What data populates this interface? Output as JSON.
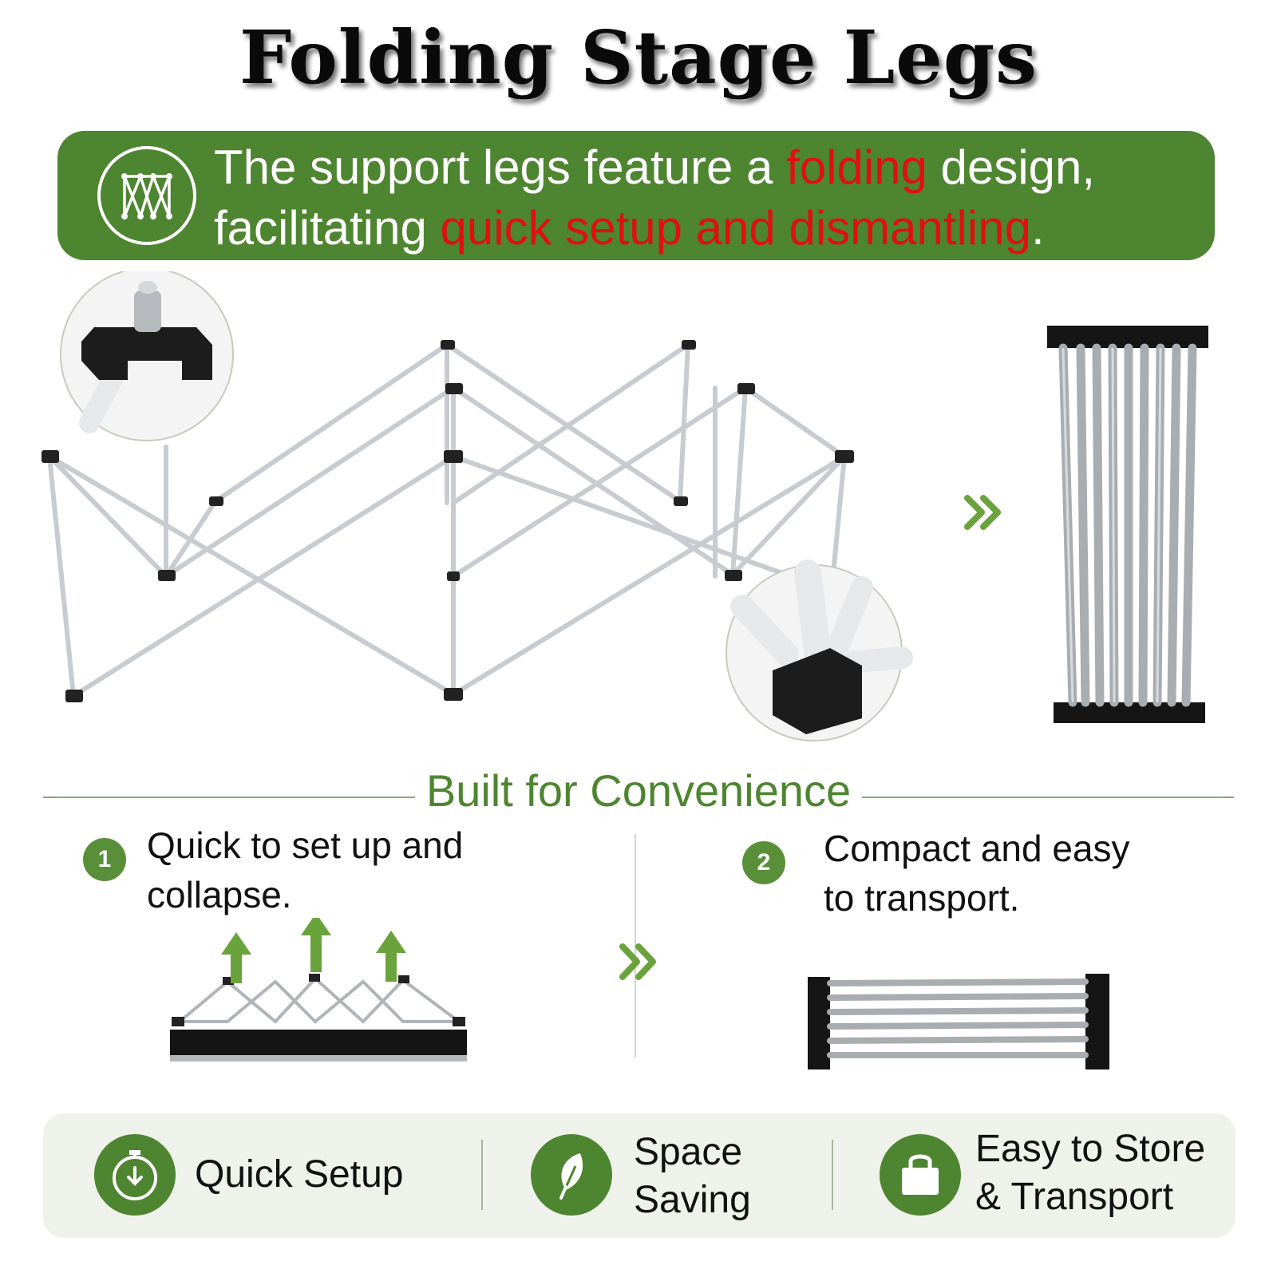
{
  "title": "Folding Stage Legs",
  "banner": {
    "line1_a": "The support legs feature a ",
    "line1_highlight": "folding",
    "line1_b": " design,",
    "line2_a": "facilitating ",
    "line2_highlight": "quick setup and dismantling",
    "line2_b": ".",
    "icon": "folding-frame-icon"
  },
  "section_heading": "Built for Convenience",
  "steps": [
    {
      "number": "1",
      "line1": "Quick to set up and",
      "line2": "collapse."
    },
    {
      "number": "2",
      "line1": "Compact and easy",
      "line2": "to transport."
    }
  ],
  "arrows_icon": "double-chevron-right-icon",
  "features": [
    {
      "icon": "stopwatch-icon",
      "line1": "Quick Setup",
      "line2": ""
    },
    {
      "icon": "leaf-icon",
      "line1": "Space",
      "line2": "Saving"
    },
    {
      "icon": "bag-icon",
      "line1": "Easy to Store",
      "line2": "& Transport"
    }
  ],
  "colors": {
    "brand_green": "#4e8530",
    "highlight_red": "#e01010"
  }
}
